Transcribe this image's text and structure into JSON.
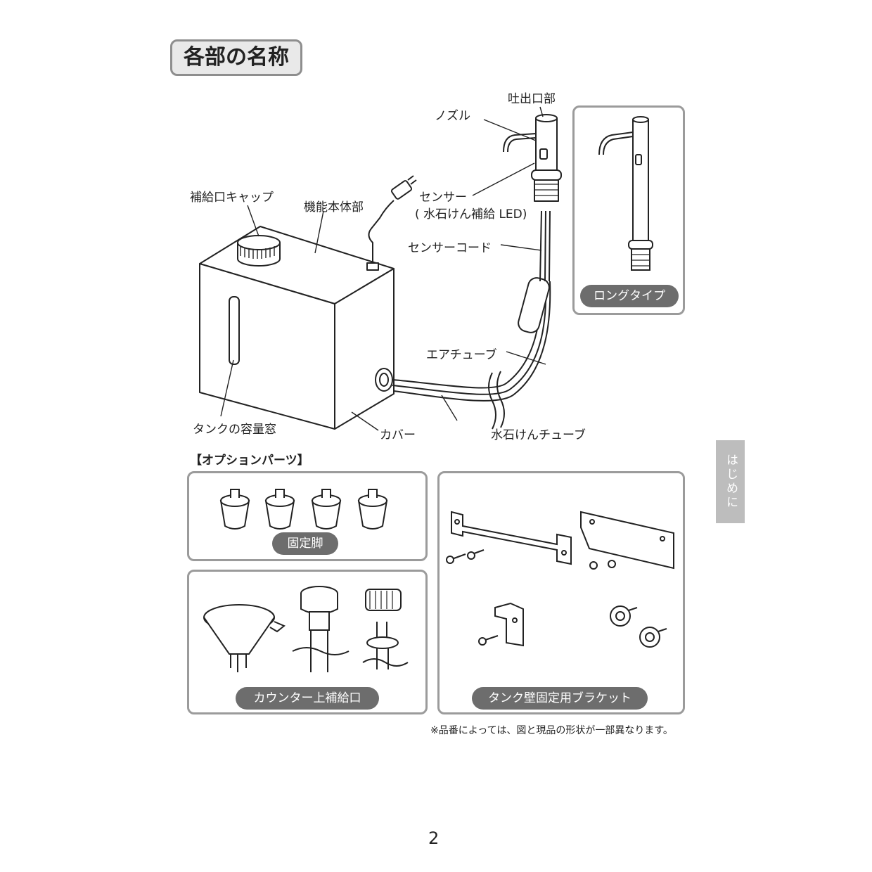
{
  "header": {
    "title": "各部の名称"
  },
  "main_diagram": {
    "labels": {
      "spout": "吐出口部",
      "nozzle": "ノズル",
      "refill_cap": "補給口キャップ",
      "main_body": "機能本体部",
      "sensor": "センサー",
      "sensor_sub": "( 水石けん補給 LED)",
      "sensor_cord": "センサーコード",
      "air_tube": "エアチューブ",
      "tank_window": "タンクの容量窓",
      "cover": "カバー",
      "soap_tube": "水石けんチューブ"
    }
  },
  "long_type": {
    "label": "ロングタイプ"
  },
  "options": {
    "heading": "【オプションパーツ】",
    "fixed_feet": "固定脚",
    "counter_refill": "カウンター上補給口",
    "wall_bracket": "タンク壁固定用ブラケット"
  },
  "side_tab": {
    "label": "はじめに"
  },
  "footnote": "※品番によっては、図と現品の形状が一部異なります。",
  "page_number": "2"
}
